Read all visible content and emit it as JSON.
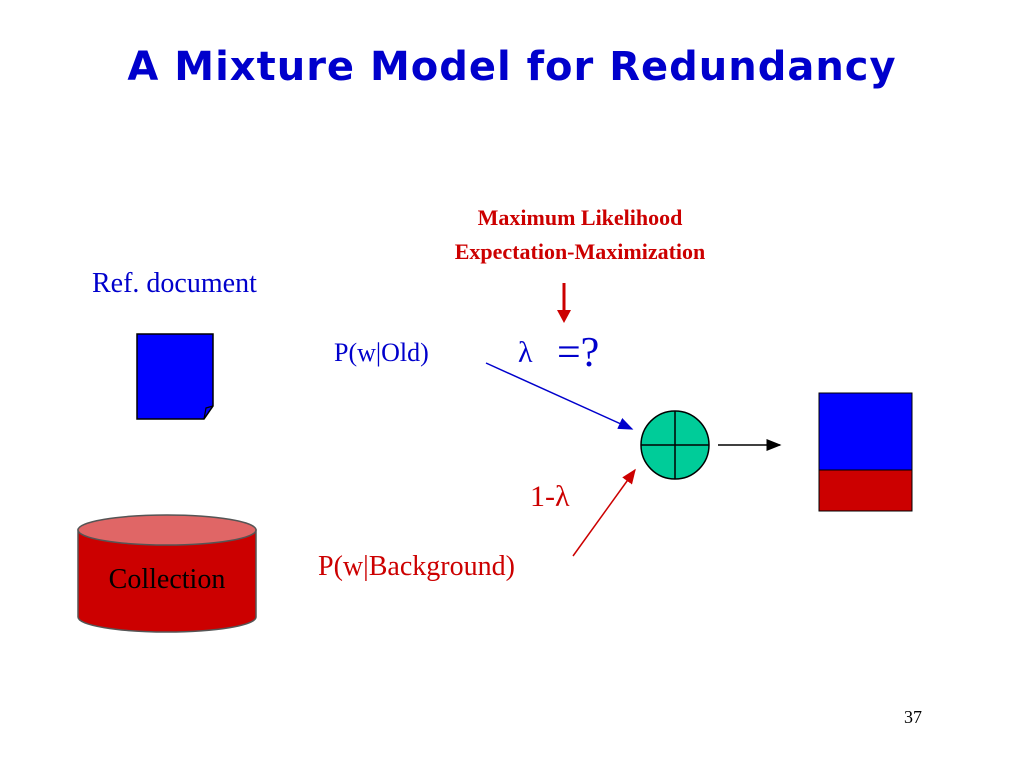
{
  "slide": {
    "title": "A Mixture Model for Redundancy",
    "ref_document_label": "Ref. document",
    "em_line1": "Maximum Likelihood",
    "em_line2": "Expectation-Maximization",
    "p_old": "P(w|Old)",
    "lambda": "λ",
    "equals_question": "=?",
    "one_minus_lambda": "1-λ",
    "p_background": "P(w|Background)",
    "collection_label": "Collection",
    "page_number": "37"
  },
  "colors": {
    "title_blue": "#0000cc",
    "red": "#cc0000",
    "document_blue": "#0000ff",
    "cylinder_red": "#cc0000",
    "cylinder_top": "#e06666",
    "mixer_green": "#00cc99"
  }
}
